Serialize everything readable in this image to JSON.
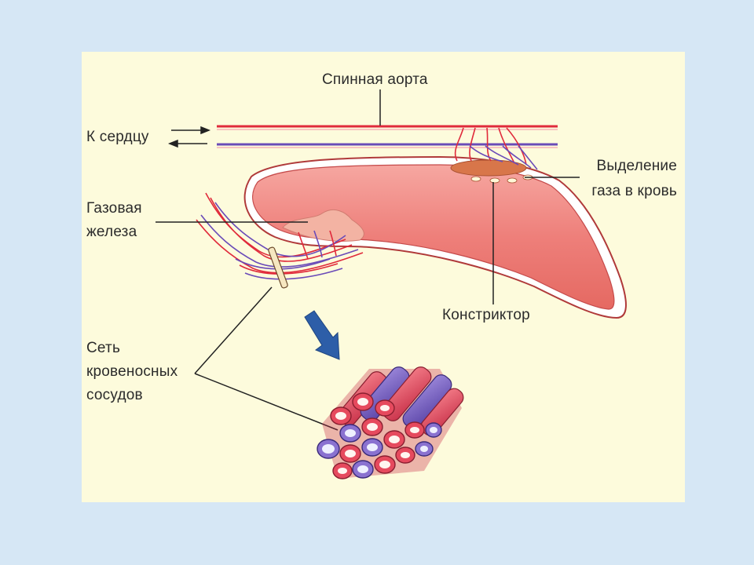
{
  "labels": {
    "aorta": "Спинная аорта",
    "heart": "К сердцу",
    "gland_1": "Газовая",
    "gland_2": "железа",
    "release_1": "Выделение",
    "release_2": "газа в кровь",
    "constrictor": "Констриктор",
    "net_1": "Сеть",
    "net_2": "кровеносных",
    "net_3": "сосудов"
  },
  "colors": {
    "artery": "#e02a3b",
    "vein": "#6a4bb8",
    "bladder": "#f08a84",
    "arrow": "#2d5ea8"
  }
}
